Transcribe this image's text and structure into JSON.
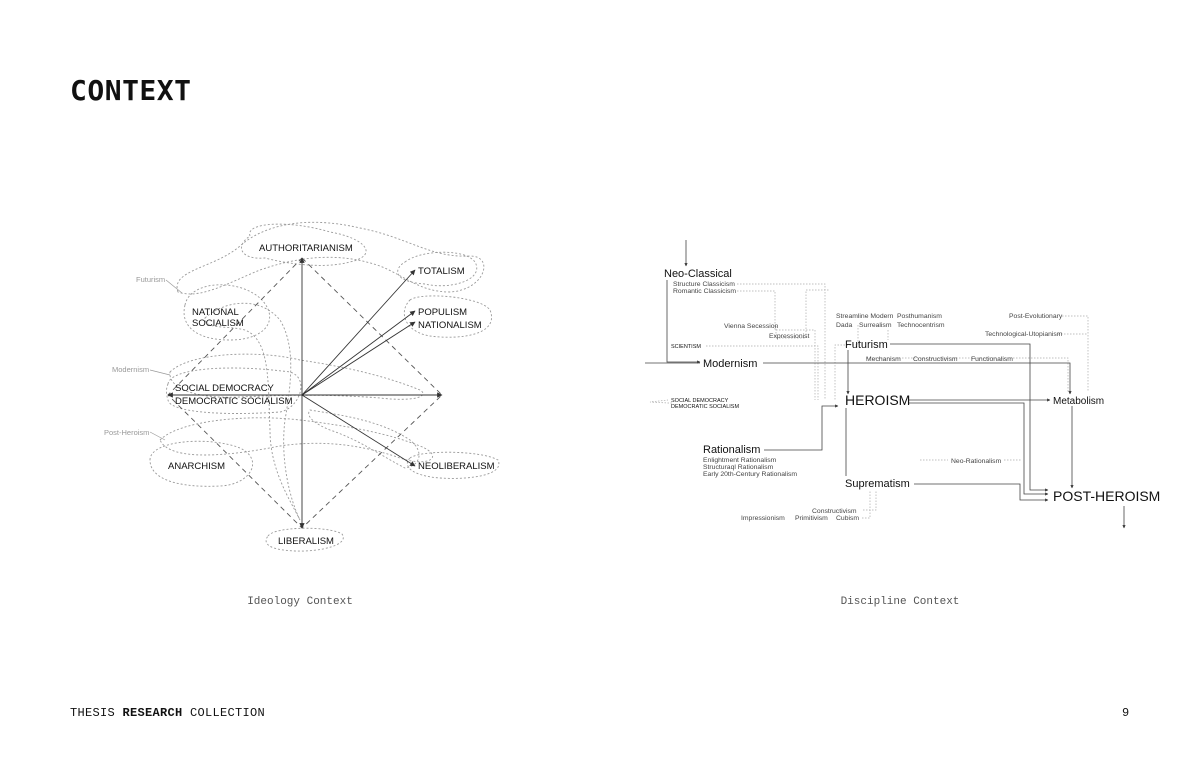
{
  "header": {
    "title": "CONTEXT"
  },
  "ideology": {
    "caption": "Ideology Context",
    "authoritarianism": "AUTHORITARIANISM",
    "totalism": "TOTALISM",
    "national_socialism_1": "NATIONAL",
    "national_socialism_2": "SOCIALISM",
    "populism": "POPULISM",
    "nationalism": "NATIONALISM",
    "social_democracy": "SOCIAL DEMOCRACY",
    "democratic_socialism": "DEMOCRATIC SOCIALISM",
    "anarchism": "ANARCHISM",
    "neoliberalism": "NEOLIBERALISM",
    "liberalism": "LIBERALISM",
    "futurism": "Futurism",
    "modernism": "Modernism",
    "post_heroism": "Post-Heroism"
  },
  "discipline": {
    "caption": "Discipline Context",
    "neo_classical": "Neo-Classical",
    "structure_classicism": "Structure Classicism",
    "romantic_classicism": "Romantic Classicism",
    "vienna_secession": "Vienna Secession",
    "expressionist": "Expressionist",
    "scientism": "SCIENTISM",
    "modernism": "Modernism",
    "social_democracy": "SOCIAL DEMOCRACY",
    "democratic_socialism": "DEMOCRATIC SOCIALISM",
    "streamline_modern": "Streamline Modern",
    "dada": "Dada",
    "surrealism": "Surrealism",
    "posthumanism": "Posthumanism",
    "technocentrism": "Technocentrism",
    "futurism": "Futurism",
    "mechanism": "Mechanism",
    "constructivism": "Constructivism",
    "functionalism": "Functionalism",
    "post_evolutionary": "Post-Evolutionary",
    "technological_utopianism": "Technological-Utopianism",
    "heroism": "HEROISM",
    "metabolism": "Metabolism",
    "rationalism": "Rationalism",
    "enlightenment_rationalism": "Enlightment Rationalism",
    "structural_rationalism": "Structuraql Rationalism",
    "early_rationalism": "Early 20th-Century Rationalism",
    "neo_rationalism": "Neo-Rationalism",
    "suprematism": "Suprematism",
    "post_heroism": "POST-HEROISM",
    "constructivism_2": "Constructivism",
    "impressionism": "Impressionism",
    "primitivism": "Primitivism",
    "cubism": "Cubism"
  },
  "footer": {
    "prefix": "THESIS ",
    "bold": "RESEARCH",
    "suffix": " COLLECTION",
    "page_number": "9"
  }
}
